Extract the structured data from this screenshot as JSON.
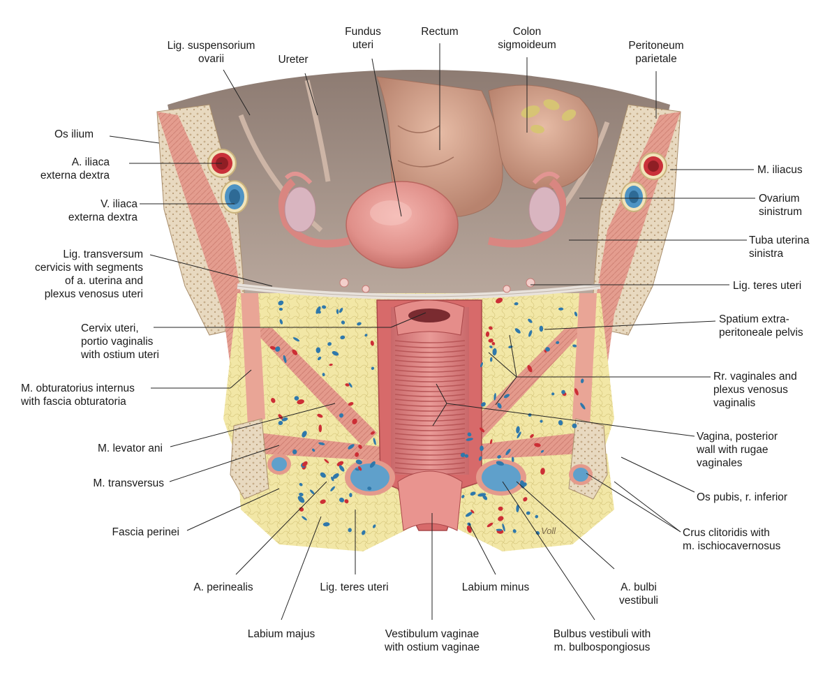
{
  "signature": "Voll",
  "labels": {
    "fundus_uteri": [
      "Fundus",
      "uteri"
    ],
    "rectum": [
      "Rectum"
    ],
    "colon_sigmoideum": [
      "Colon",
      "sigmoideum"
    ],
    "lig_suspensorium": [
      "Lig. suspensorium",
      "ovarii"
    ],
    "ureter": [
      "Ureter"
    ],
    "peritoneum_parietale": [
      "Peritoneum",
      "parietale"
    ],
    "os_ilium": [
      "Os ilium"
    ],
    "a_iliaca": [
      "A. iliaca",
      "externa dextra"
    ],
    "v_iliaca": [
      "V. iliaca",
      "externa dextra"
    ],
    "lig_transversum": [
      "Lig. transversum",
      "cervicis with segments",
      "of a. uterina and",
      "plexus venosus uteri"
    ],
    "cervix_uteri": [
      "Cervix uteri,",
      "portio vaginalis",
      "with ostium uteri"
    ],
    "m_obturatorius": [
      "M. obturatorius internus",
      "with fascia obturatoria"
    ],
    "m_levator_ani": [
      "M. levator ani"
    ],
    "m_transversus": [
      "M. transversus"
    ],
    "fascia_perinei": [
      "Fascia perinei"
    ],
    "a_perinealis": [
      "A. perinealis"
    ],
    "lig_teres_bottom": [
      "Lig. teres uteri"
    ],
    "labium_minus": [
      "Labium minus"
    ],
    "a_bulbi": [
      "A. bulbi",
      "vestibuli"
    ],
    "labium_majus": [
      "Labium majus"
    ],
    "vestibulum": [
      "Vestibulum vaginae",
      "with ostium vaginae"
    ],
    "bulbus": [
      "Bulbus vestibuli with",
      "m. bulbospongiosus"
    ],
    "m_iliacus": [
      "M. iliacus"
    ],
    "ovarium": [
      "Ovarium",
      "sinistrum"
    ],
    "tuba": [
      "Tuba uterina",
      "sinistra"
    ],
    "lig_teres_right": [
      "Lig. teres uteri"
    ],
    "spatium": [
      "Spatium extra-",
      "peritoneale pelvis"
    ],
    "rr_vaginales": [
      "Rr. vaginales and",
      "plexus venosus",
      "vaginalis"
    ],
    "vagina": [
      "Vagina, posterior",
      "wall with rugae",
      "vaginales"
    ],
    "os_pubis": [
      "Os pubis, r. inferior"
    ],
    "crus": [
      "Crus clitoridis with",
      "m. ischiocavernosus"
    ]
  }
}
